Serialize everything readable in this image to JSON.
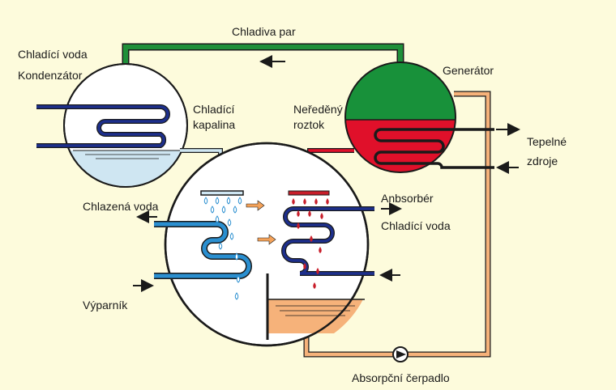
{
  "labels": {
    "refrigerant_vapor": "Chladiva par",
    "cooling_water_top": "Chladící voda",
    "condenser": "Kondenzátor",
    "generator": "Generátor",
    "refrigerant_liquid_1": "Chladící",
    "refrigerant_liquid_2": "kapalina",
    "undiluted_solution_1": "Neředěný",
    "undiluted_solution_2": "roztok",
    "heat_sources_1": "Tepelné",
    "heat_sources_2": "zdroje",
    "chilled_water": "Chlazená voda",
    "absorber": "Anbsorbér",
    "cooling_water_absorber": "Chladící voda",
    "evaporator": "Výparník",
    "absorption_pump": "Absorpční čerpadlo"
  },
  "colors": {
    "background": "#fdfbdc",
    "vapor_pipe_green": "#1f8f3a",
    "generator_green": "#18913a",
    "generator_red": "#e0102a",
    "coil_dark_blue": "#1d2f8c",
    "coil_light_blue": "#2a8fd0",
    "condensate_light": "#cfe6f2",
    "solution_orange": "#f6b27a",
    "droplet_red": "#c81e2a",
    "droplet_blue": "#2a8fd0",
    "arrow_orange": "#f4a259",
    "outline": "#1a1a1a"
  }
}
